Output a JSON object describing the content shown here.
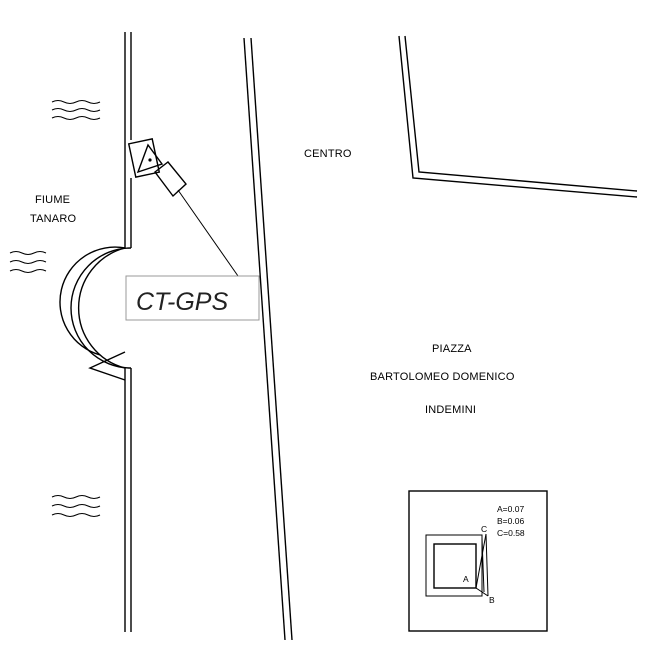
{
  "map": {
    "labels": {
      "river_line1": "FIUME",
      "river_line2": "TANARO",
      "centro": "CENTRO",
      "piazza_line1": "PIAZZA",
      "piazza_line2": "BARTOLOMEO DOMENICO",
      "piazza_line3": "INDEMINI"
    },
    "callout": {
      "text": "CT-GPS"
    },
    "inset": {
      "value_a": "A=0.07",
      "value_b": "B=0.06",
      "value_c": "C=0.58",
      "point_a": "A",
      "point_b": "B",
      "point_c": "C"
    },
    "colors": {
      "line": "#000000",
      "callout_border": "#999999",
      "callout_text": "#222222",
      "background": "#ffffff"
    }
  }
}
